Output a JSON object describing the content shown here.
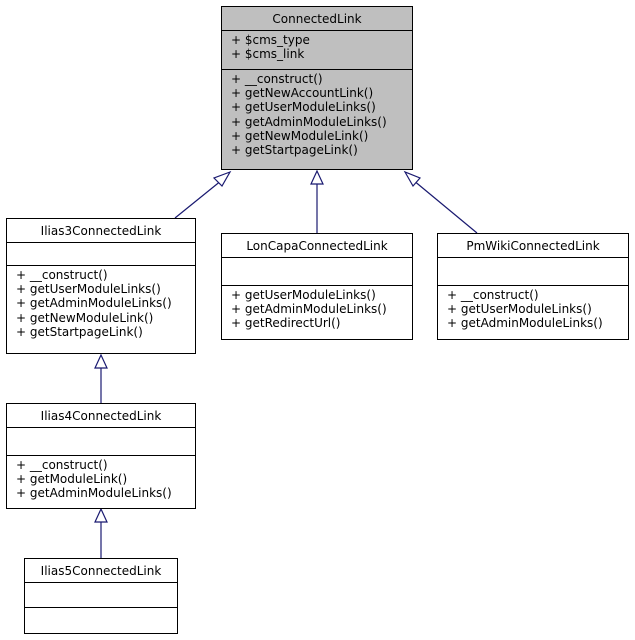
{
  "classes": {
    "connectedlink": {
      "name": "ConnectedLink",
      "attributes": [
        "+ $cms_type",
        "+ $cms_link"
      ],
      "methods": [
        "+ __construct()",
        "+ getNewAccountLink()",
        "+ getUserModuleLinks()",
        "+ getAdminModuleLinks()",
        "+ getNewModuleLink()",
        "+ getStartpageLink()"
      ]
    },
    "ilias3": {
      "name": "Ilias3ConnectedLink",
      "attributes": [],
      "methods": [
        "+ __construct()",
        "+ getUserModuleLinks()",
        "+ getAdminModuleLinks()",
        "+ getNewModuleLink()",
        "+ getStartpageLink()"
      ]
    },
    "loncapa": {
      "name": "LonCapaConnectedLink",
      "attributes": [],
      "methods": [
        "+ getUserModuleLinks()",
        "+ getAdminModuleLinks()",
        "+ getRedirectUrl()"
      ]
    },
    "pmwiki": {
      "name": "PmWikiConnectedLink",
      "attributes": [],
      "methods": [
        "+ __construct()",
        "+ getUserModuleLinks()",
        "+ getAdminModuleLinks()"
      ]
    },
    "ilias4": {
      "name": "Ilias4ConnectedLink",
      "attributes": [],
      "methods": [
        "+ __construct()",
        "+ getModuleLink()",
        "+ getAdminModuleLinks()"
      ]
    },
    "ilias5": {
      "name": "Ilias5ConnectedLink",
      "attributes": [],
      "methods": []
    }
  },
  "colors": {
    "arrow": "#191970",
    "base_fill": "#bfbfbf"
  }
}
